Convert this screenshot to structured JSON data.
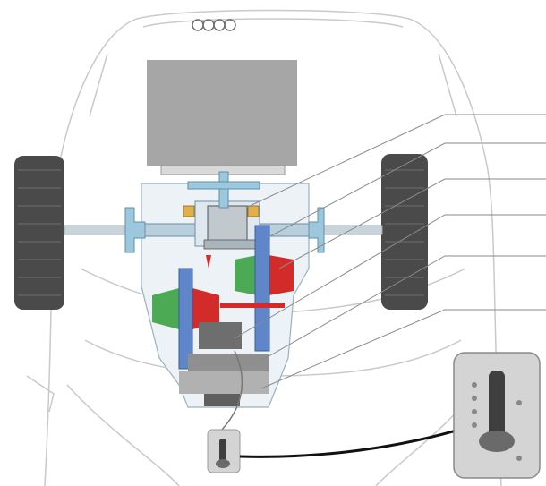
{
  "diagram": {
    "subject": "",
    "callouts": [
      {
        "id": "c1",
        "label": ""
      },
      {
        "id": "c2",
        "label": ""
      },
      {
        "id": "c3",
        "label": ""
      },
      {
        "id": "c4",
        "label": ""
      },
      {
        "id": "c5",
        "label": ""
      },
      {
        "id": "c6",
        "label": ""
      }
    ],
    "colors": {
      "body_outline": "#c9c9c9",
      "engine_block": "#a6a6a6",
      "housing": "#ecf2f6",
      "shaft_blue": "#5f86c8",
      "drive_axle": "#9cc7dd",
      "pulley_red": "#d32a2a",
      "pulley_green": "#4caa55",
      "tire": "#4a4a4a",
      "selector_body": "#d4d4d4",
      "selector_slot": "#3f3f3f",
      "selector_knob": "#6a6a6a"
    }
  }
}
